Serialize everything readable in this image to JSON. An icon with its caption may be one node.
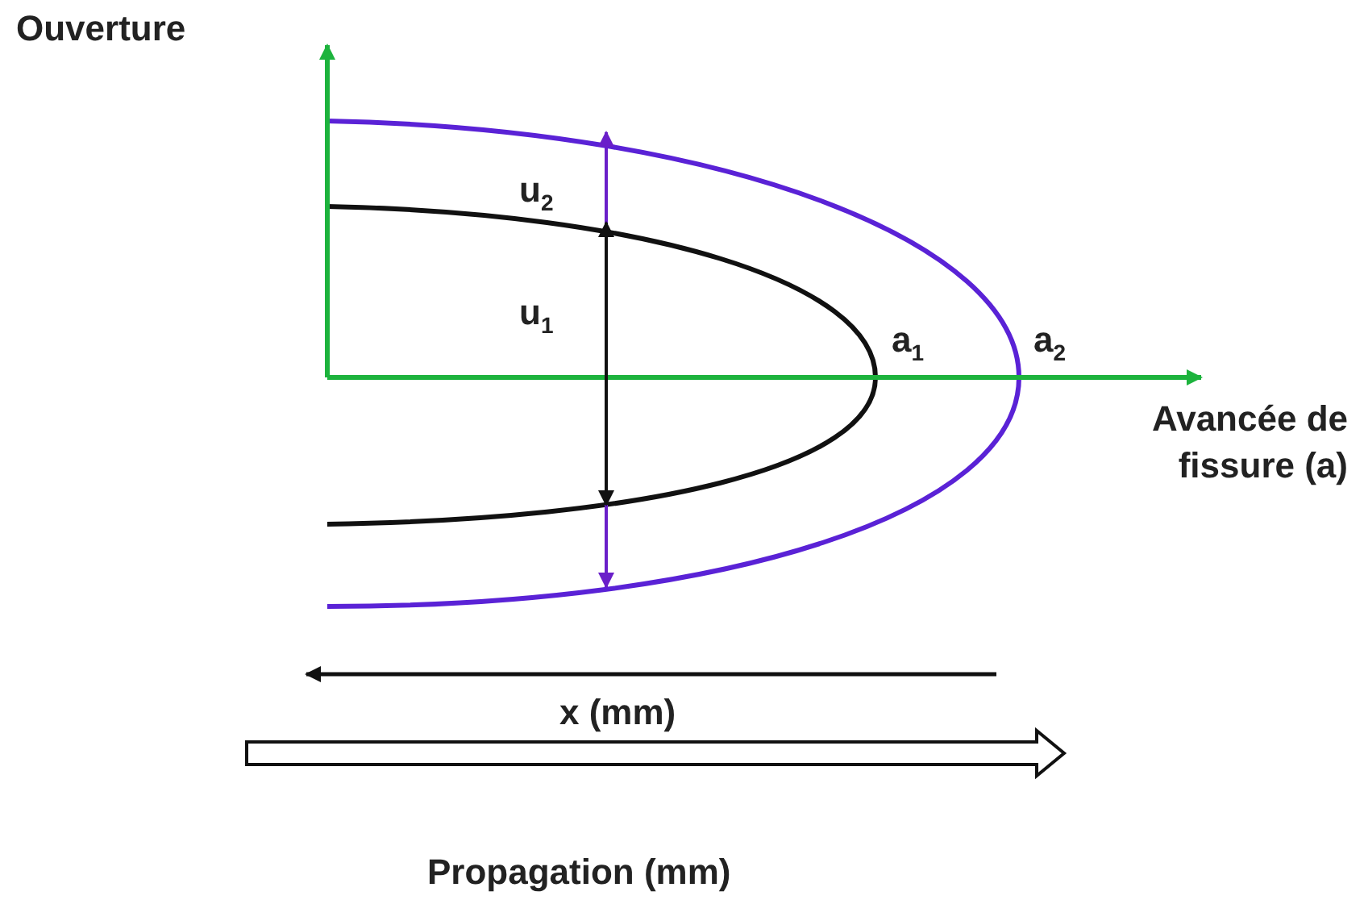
{
  "diagram": {
    "labels": [
      "Ouverture",
      "u$_{2}$",
      "u$_{1}$",
      "a$_{1}$",
      "a$_{2}$",
      "Avancée de fissure (a)",
      "x (mm)",
      "Propagation (mm)"
    ]
  }
}
